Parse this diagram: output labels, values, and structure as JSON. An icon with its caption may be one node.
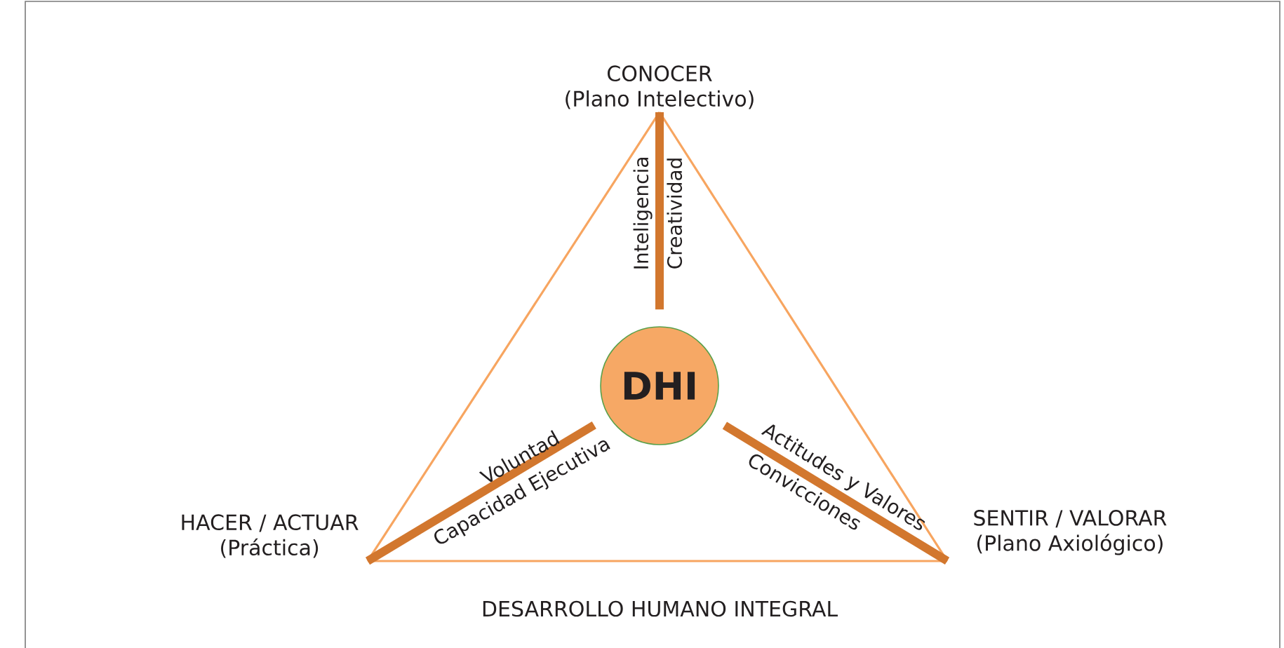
{
  "diagram": {
    "nodes": [
      {
        "text": [
          "CONOCER",
          "(Plano Intelectivo)"
        ]
      },
      {
        "text": [
          "HACER / ACTUAR",
          "(Práctica)"
        ]
      },
      {
        "text": [
          "SENTIR / VALORAR",
          "(Plano Axiológico)"
        ]
      },
      {
        "text": [
          "DHI"
        ]
      }
    ],
    "edges": [
      {
        "from": 0,
        "to": 1,
        "arrow": "none"
      },
      {
        "from": 0,
        "to": 2,
        "arrow": "none"
      },
      {
        "from": 1,
        "to": 2,
        "arrow": "none"
      },
      {
        "from": 3,
        "to": 0,
        "arrow": "none",
        "style": "thick",
        "color": "#d2772e"
      },
      {
        "from": 3,
        "to": 1,
        "arrow": "none",
        "style": "thick",
        "color": "#d2772e"
      },
      {
        "from": 3,
        "to": 2,
        "arrow": "none",
        "style": "thick",
        "color": "#d2772e"
      }
    ],
    "labels": [
      "Inteligencia",
      "Creatividad",
      "Voluntad",
      "Capacidad Ejecutiva",
      "Actitudes y Valores",
      "Convicciones",
      "DESARROLLO HUMANO INTEGRAL"
    ]
  }
}
